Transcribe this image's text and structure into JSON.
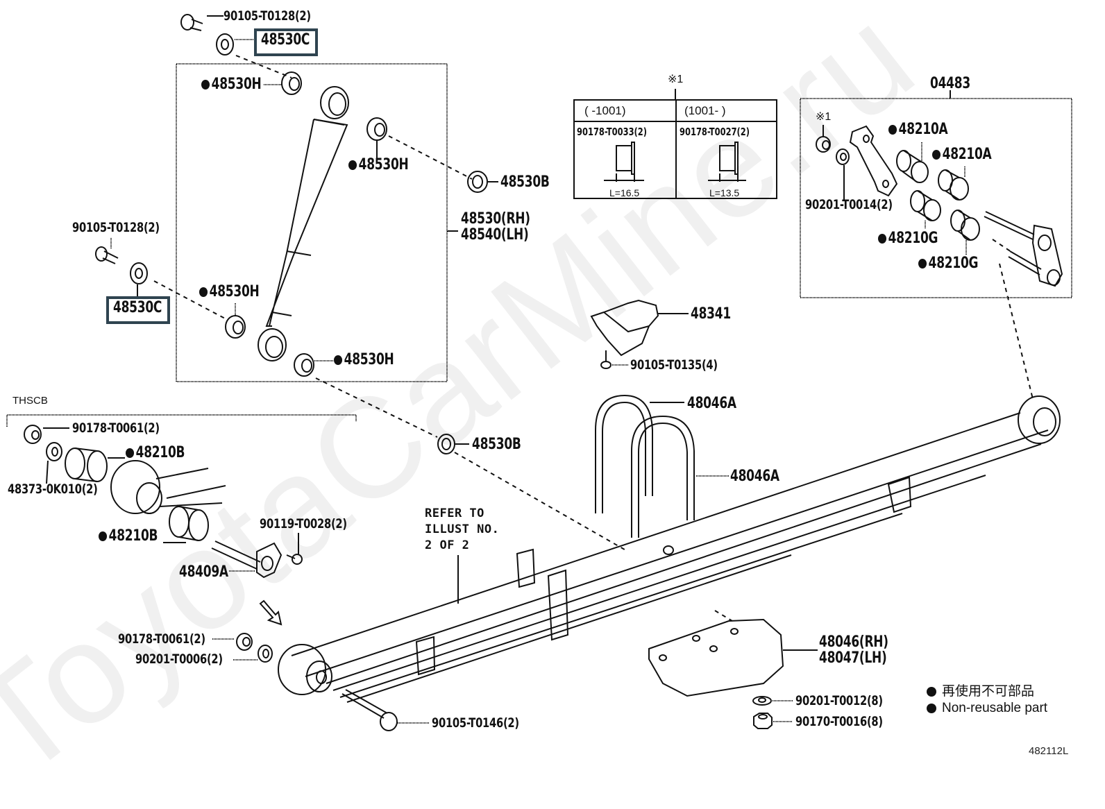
{
  "watermark": "ToyotaCarMine.ru",
  "diagram_code": "482112L",
  "legend": {
    "items": [
      {
        "symbol": "filled-dot",
        "text": "再使用不可部品"
      },
      {
        "symbol": "filled-dot",
        "text": "Non-reusable part"
      }
    ]
  },
  "callout_table": {
    "marker": "※1",
    "columns": [
      {
        "range": "(     -1001)",
        "part": "90178-T0033(2)",
        "dimension": "L=16.5"
      },
      {
        "range": "(1001-     )",
        "part": "90178-T0027(2)",
        "dimension": "L=13.5"
      }
    ]
  },
  "groups": {
    "shock_absorber": {
      "label_rh": "48530(RH)",
      "label_lh": "48540(LH)"
    },
    "shackle_kit": {
      "label": "04483",
      "marker": "※1"
    },
    "front_hanger": {
      "label": "THSCB"
    }
  },
  "reference_note": "REFER TO\nILLUST NO.\n2 OF 2",
  "parts": {
    "bolt_top": "90105-T0128(2)",
    "washer_top_highlighted": "48530C",
    "bushing_1": "48530H",
    "bushing_2": "48530H",
    "washer_b_1": "48530B",
    "bolt_left": "90105-T0128(2)",
    "washer_left_highlighted": "48530C",
    "bushing_3": "48530H",
    "bushing_4": "48530H",
    "washer_b_2": "48530B",
    "bumper": "48341",
    "bumper_bolt": "90105-T0135(4)",
    "ubolt_1": "48046A",
    "ubolt_2": "48046A",
    "shackle_washer": "90201-T0014(2)",
    "shackle_bushing_a1": "48210A",
    "shackle_bushing_a2": "48210A",
    "shackle_bushing_g1": "48210G",
    "shackle_bushing_g2": "48210G",
    "hanger_nut": "90178-T0061(2)",
    "hanger_washer": "48373-0K010(2)",
    "hanger_bushing_1": "48210B",
    "hanger_bushing_2": "48210B",
    "pin_bolt": "90119-T0028(2)",
    "spring_pin": "48409A",
    "eye_nut": "90178-T0061(2)",
    "eye_washer": "90201-T0006(2)",
    "eye_bolt": "90105-T0146(2)",
    "seat_rh": "48046(RH)",
    "seat_lh": "48047(LH)",
    "seat_washer": "90201-T0012(8)",
    "seat_nut": "90170-T0016(8)"
  },
  "nonreusable": [
    "bushing_1",
    "bushing_2",
    "bushing_3",
    "bushing_4",
    "shackle_bushing_a1",
    "shackle_bushing_a2",
    "shackle_bushing_g1",
    "shackle_bushing_g2",
    "hanger_bushing_1",
    "hanger_bushing_2"
  ],
  "colors": {
    "highlight_border": "#2f4450",
    "ink": "#111111",
    "watermark": "#f0f0f0"
  }
}
